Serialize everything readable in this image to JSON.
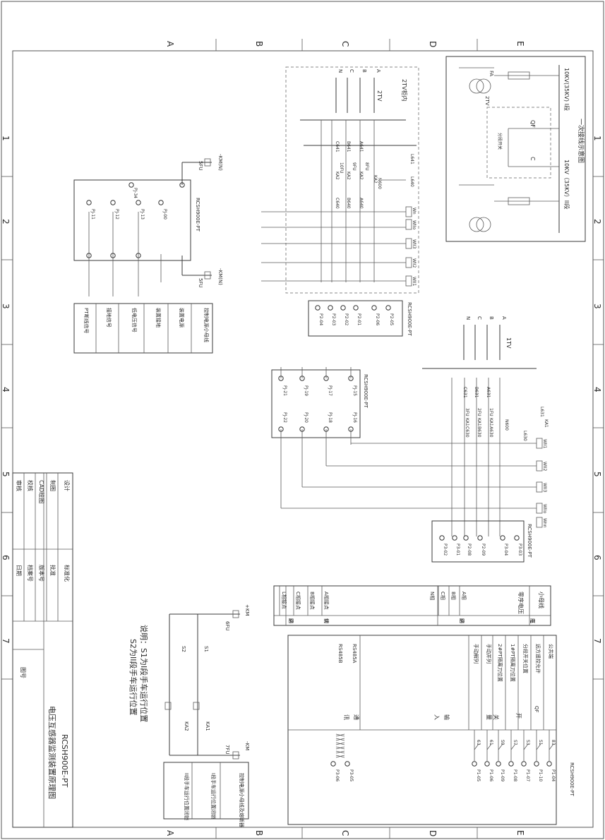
{
  "zones": [
    "A",
    "B",
    "C",
    "D",
    "E"
  ],
  "rows": [
    "1",
    "2",
    "3",
    "4",
    "5",
    "6",
    "7"
  ],
  "primary": {
    "title": "一次接线示意图",
    "bus1": "10KV(35KV) I段",
    "bus2": "10KV（35KV）II段",
    "fa": "FA",
    "pt": "2TV",
    "qf": "QF",
    "c": "C",
    "tie": "分段开关"
  },
  "pt_cabinet": {
    "title": "2TV柜内",
    "phases": [
      "A",
      "B",
      "C",
      "N"
    ],
    "tv": "2TV",
    "fuses": [
      "A641",
      "B641",
      "C641",
      "8FU",
      "9FU",
      "10FU"
    ],
    "contacts": [
      "KA2",
      "KA2",
      "KA2",
      "KA2",
      "L641",
      "L640"
    ],
    "wires": [
      "A640",
      "B640",
      "C640",
      "N600"
    ],
    "buses": [
      "Wn",
      "WIIo",
      "WII3",
      "WII2",
      "WII1"
    ],
    "terminal_title": "RCSH900E-PT",
    "terminals": [
      "P2-04",
      "P2-03",
      "P2-02",
      "P2-01",
      "P2-06",
      "P2-05"
    ]
  },
  "left_block": {
    "kmn_top": "-KM(N)",
    "kmn_bot": "-KM(N)",
    "fu5": "5FU",
    "fu5b": "5FU",
    "device": "RCSH900E-PT",
    "contacts": [
      "PJ-34",
      "PJ-11",
      "PJ-12",
      "PJ-13",
      "PJ-00"
    ],
    "table": [
      "控制电源小母线",
      "装置电源",
      "装置接地",
      "低电压信号",
      "接地信号",
      "PT断线信号"
    ]
  },
  "mid_block": {
    "device": "RCSH900E-PT",
    "top": [
      "PJ-21",
      "PJ-19",
      "PJ-17",
      "PJ-15"
    ],
    "bot": [
      "PJ-22",
      "PJ-20",
      "PJ-18",
      "PJ-16"
    ]
  },
  "tv1": {
    "phases": [
      "A",
      "B",
      "C",
      "N"
    ],
    "tv": "1TV",
    "fuses": [
      "A631",
      "B631",
      "C631",
      "1FU",
      "2FU",
      "3FU"
    ],
    "contacts": [
      "KA1",
      "KA1",
      "KA1",
      "KA1",
      "L631"
    ],
    "wires": [
      "A630",
      "B630",
      "C630",
      "N600",
      "L630"
    ],
    "buses": [
      "WII1",
      "WII2",
      "WII3",
      "WIIo",
      "Wnn"
    ],
    "terminal_title": "RCSH900E-PT",
    "terminals": [
      "P3-02",
      "P3-01",
      "P2-08",
      "P2-09",
      "P3-04",
      "P3-03"
    ]
  },
  "title_block": {
    "left": [
      "设计",
      "制图",
      "CAD绘图",
      "校核",
      "审核"
    ],
    "right": [
      "标准化",
      "批准",
      "版本号",
      "档案号",
      "日期"
    ],
    "drawing_no": "图号",
    "title": "电压互感器监测装置原理图",
    "model": "RCSH900E-PT"
  },
  "bus_legend": {
    "head": "小母线",
    "voltage": "零序电压",
    "phases": [
      "A相",
      "B相",
      "C相",
      "N相"
    ],
    "points": [
      "A相接点",
      "B相接点",
      "C相接点",
      "L相接点"
    ],
    "side": [
      "电",
      "压",
      "回",
      "路",
      "切",
      "换",
      "回",
      "路"
    ]
  },
  "notes": {
    "note1": "说明：S1为I段手车运行位置",
    "note2": "S2为II段手车运行位置",
    "km_p": "+KM",
    "km_n": "-KM",
    "fu6": "6FU",
    "fu7": "7FU",
    "s1": "S1",
    "s2": "S2",
    "ka1": "KA1",
    "ka2": "KA2",
    "table": [
      "控制电源小母线及熔断器",
      "I段手车运行位置闭锁",
      "II段手车运行位置闭锁"
    ]
  },
  "io_block": {
    "device": "RCSH900E-PT",
    "rows": [
      "公共端",
      "远方遥控允许",
      "分段开关位置",
      "1#PT隔离刀位置",
      "2#PT隔离刀位置",
      "手动并列",
      "手动解列"
    ],
    "comm": [
      "RS485A",
      "RS485B"
    ],
    "side": [
      "开",
      "关",
      "量",
      "输",
      "入",
      "通",
      "讯"
    ],
    "points": [
      "P1-04",
      "P1-10",
      "P1-07",
      "P1-08",
      "P1-09",
      "P1-06",
      "P1-05"
    ],
    "labels": [
      "83",
      "S1",
      "S3",
      "S7",
      "S9",
      "61",
      "63"
    ],
    "qf": "QF",
    "comm_terms": [
      "P3-05",
      "P3-06"
    ]
  }
}
